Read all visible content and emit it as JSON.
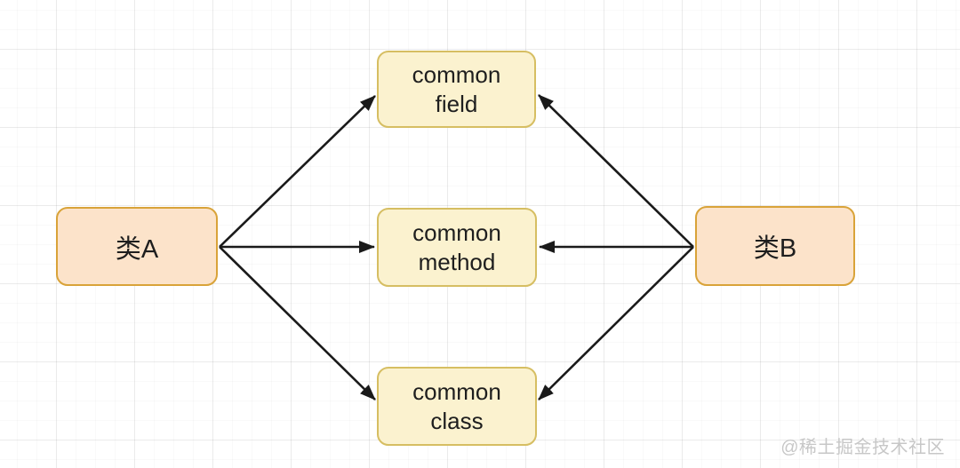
{
  "diagram": {
    "nodes": {
      "class_a": {
        "label": "类A",
        "type": "class"
      },
      "class_b": {
        "label": "类B",
        "type": "class"
      },
      "common_field": {
        "label": "common\nfield",
        "type": "common"
      },
      "common_method": {
        "label": "common\nmethod",
        "type": "common"
      },
      "common_class": {
        "label": "common\nclass",
        "type": "common"
      }
    },
    "edges": [
      {
        "from": "类A",
        "to": "common field"
      },
      {
        "from": "类A",
        "to": "common method"
      },
      {
        "from": "类A",
        "to": "common class"
      },
      {
        "from": "类B",
        "to": "common field"
      },
      {
        "from": "类B",
        "to": "common method"
      },
      {
        "from": "类B",
        "to": "common class"
      }
    ],
    "watermark": "@稀土掘金技术社区"
  },
  "colors": {
    "class_node_fill": "#fce3ca",
    "class_node_border": "#d9a339",
    "common_node_fill": "#fbf2cf",
    "common_node_border": "#d6be62",
    "arrow": "#1a1a1a",
    "watermark": "#c7c7c7"
  }
}
